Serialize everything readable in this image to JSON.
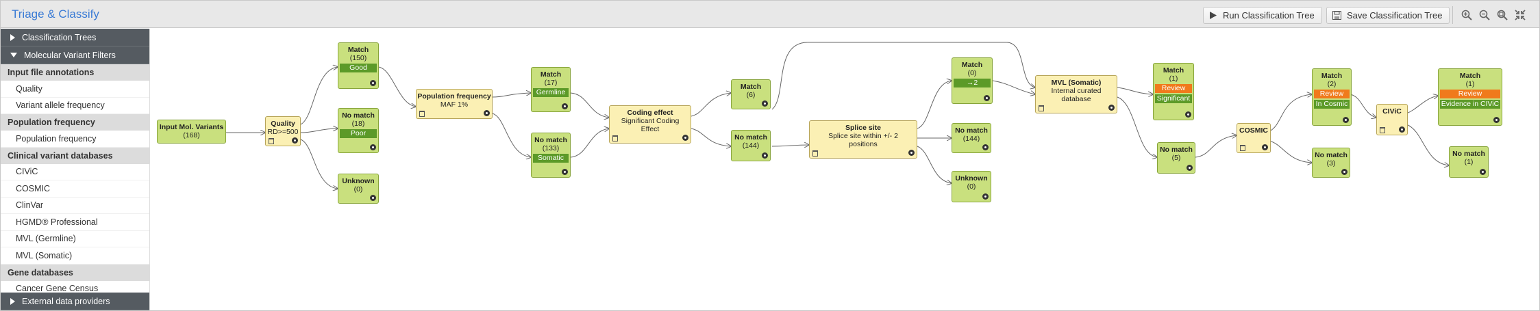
{
  "app": {
    "title": "Triage & Classify",
    "run_label": "Run Classification Tree",
    "save_label": "Save Classification Tree"
  },
  "sidebar": {
    "classification_trees": "Classification Trees",
    "molecular_variant_filters": "Molecular Variant Filters",
    "sections": [
      {
        "title": "Input file annotations",
        "items": [
          "Quality",
          "Variant allele frequency"
        ]
      },
      {
        "title": "Population frequency",
        "items": [
          "Population frequency"
        ]
      },
      {
        "title": "Clinical variant databases",
        "items": [
          "CIViC",
          "COSMIC",
          "ClinVar",
          "HGMD® Professional",
          "MVL (Germline)",
          "MVL (Somatic)"
        ]
      },
      {
        "title": "Gene databases",
        "items": [
          "Cancer Gene Census"
        ]
      }
    ],
    "external_data_providers": "External data providers"
  },
  "nodes": {
    "input": {
      "title": "Input Mol. Variants",
      "sub": "(168)"
    },
    "quality": {
      "title": "Quality",
      "sub": "RD>=500"
    },
    "match150": {
      "title": "Match",
      "sub": "(150)",
      "tag": "Good"
    },
    "nomatch18": {
      "title": "No match",
      "sub": "(18)",
      "tag": "Poor"
    },
    "unknown0a": {
      "title": "Unknown",
      "sub": "(0)"
    },
    "popfreq": {
      "title": "Population frequency",
      "sub": "MAF 1%"
    },
    "match17": {
      "title": "Match",
      "sub": "(17)",
      "tag": "Germline"
    },
    "nomatch133": {
      "title": "No match",
      "sub": "(133)",
      "tag": "Somatic"
    },
    "coding": {
      "title": "Coding effect",
      "sub": "Significant Coding",
      "sub2": "Effect"
    },
    "match6": {
      "title": "Match",
      "sub": "(6)"
    },
    "nomatch144a": {
      "title": "No match",
      "sub": "(144)"
    },
    "splice": {
      "title": "Splice site",
      "sub": "Splice site within +/- 2",
      "sub2": "positions"
    },
    "match0": {
      "title": "Match",
      "sub": "(0)",
      "tag": "→2"
    },
    "nomatch144b": {
      "title": "No match",
      "sub": "(144)"
    },
    "unknown0b": {
      "title": "Unknown",
      "sub": "(0)"
    },
    "mvl": {
      "title": "MVL (Somatic)",
      "sub": "Internal curated",
      "sub2": "database"
    },
    "match1a": {
      "title": "Match",
      "sub": "(1)",
      "tag": "Review",
      "tag2": "Significant"
    },
    "nomatch5": {
      "title": "No match",
      "sub": "(5)"
    },
    "cosmic": {
      "title": "COSMIC"
    },
    "match2": {
      "title": "Match",
      "sub": "(2)",
      "tag": "Review",
      "tag2": "In Cosmic"
    },
    "nomatch3": {
      "title": "No match",
      "sub": "(3)"
    },
    "civic": {
      "title": "CIViC"
    },
    "match1b": {
      "title": "Match",
      "sub": "(1)",
      "tag": "Review",
      "tag2": "Evidence in CIViC"
    },
    "nomatch1": {
      "title": "No match",
      "sub": "(1)"
    }
  },
  "icons": {
    "run": "play-icon",
    "save": "save-icon",
    "zoom_in": "zoom-in-icon",
    "zoom_out": "zoom-out-icon",
    "zoom_fit": "zoom-fit-icon",
    "collapse": "collapse-icon",
    "delete": "trash-icon",
    "settings": "gear-icon"
  },
  "colors": {
    "title": "#3a7bd5",
    "result_node": "#c9e07e",
    "filter_node": "#fbf0b4",
    "tag_green": "#5c9a28",
    "tag_orange": "#f07a1c"
  }
}
